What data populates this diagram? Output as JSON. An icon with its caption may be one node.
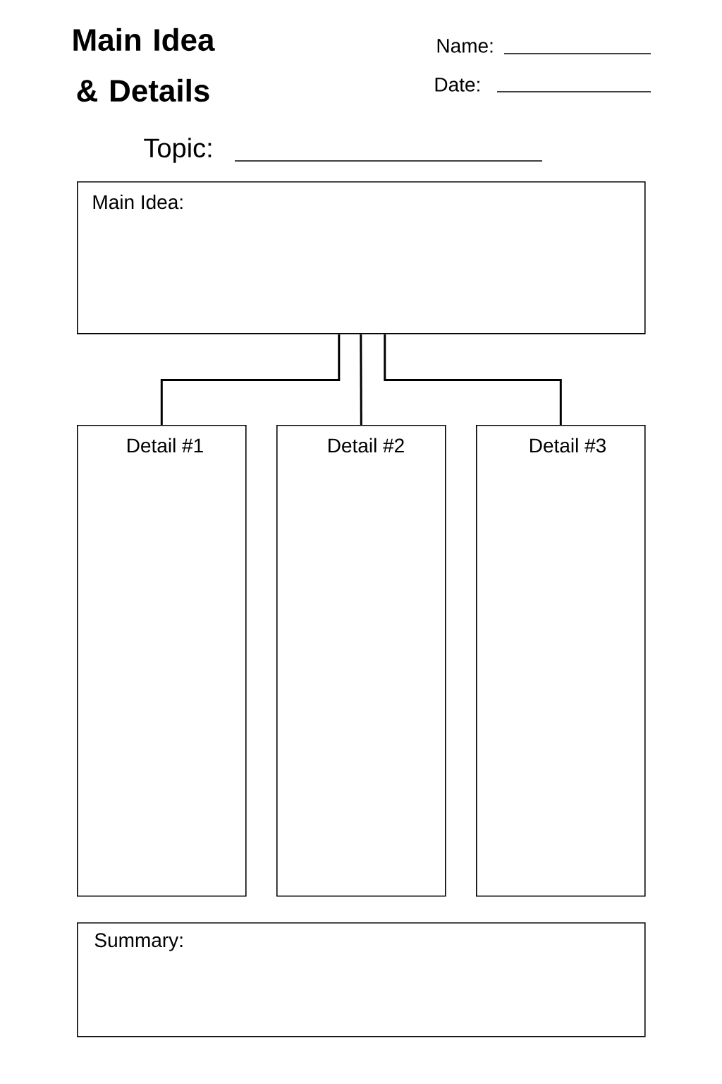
{
  "diagram": {
    "title": "Main Idea & Details",
    "nodes": [
      {
        "text": [
          "Main Idea:"
        ]
      },
      {
        "text": [
          "Detail #1"
        ]
      },
      {
        "text": [
          "Detail #2"
        ]
      },
      {
        "text": [
          "Detail #3"
        ]
      },
      {
        "text": [
          "Summary:"
        ]
      }
    ],
    "edges": [
      {
        "from": 0,
        "to": 1,
        "arrow": "none"
      },
      {
        "from": 0,
        "to": 2,
        "arrow": "none"
      },
      {
        "from": 0,
        "to": 3,
        "arrow": "none"
      }
    ],
    "labels": [
      "Name:",
      "Date:",
      "Topic:"
    ]
  }
}
